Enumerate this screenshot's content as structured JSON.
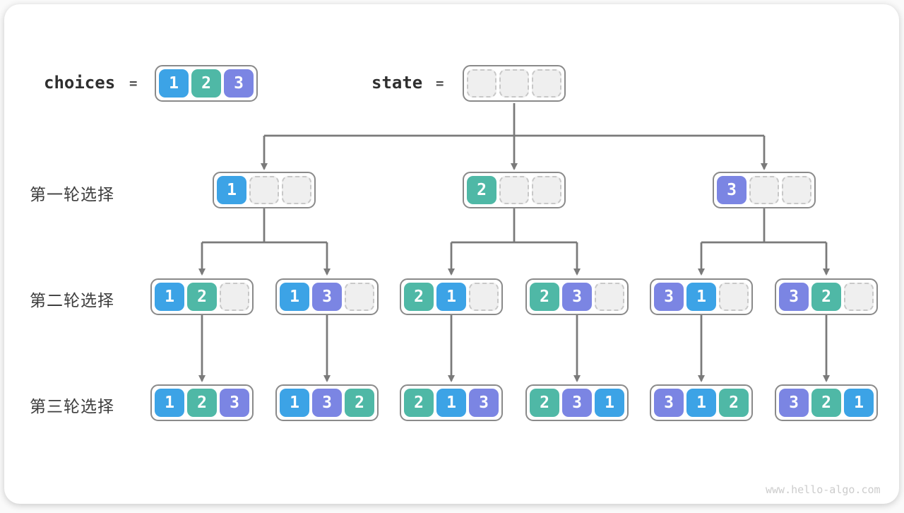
{
  "figure": {
    "header": {
      "choices_label": "choices",
      "equals_sign": "=",
      "choices_values": [
        "1",
        "2",
        "3"
      ],
      "state_label": "state",
      "state_values": [
        "",
        "",
        ""
      ]
    },
    "rounds": [
      {
        "label": "第一轮选择",
        "states": [
          [
            "1",
            "",
            ""
          ],
          [
            "2",
            "",
            ""
          ],
          [
            "3",
            "",
            ""
          ]
        ]
      },
      {
        "label": "第二轮选择",
        "states": [
          [
            "1",
            "2",
            ""
          ],
          [
            "1",
            "3",
            ""
          ],
          [
            "2",
            "1",
            ""
          ],
          [
            "2",
            "3",
            ""
          ],
          [
            "3",
            "1",
            ""
          ],
          [
            "3",
            "2",
            ""
          ]
        ]
      },
      {
        "label": "第三轮选择",
        "states": [
          [
            "1",
            "2",
            "3"
          ],
          [
            "1",
            "3",
            "2"
          ],
          [
            "2",
            "1",
            "3"
          ],
          [
            "2",
            "3",
            "1"
          ],
          [
            "3",
            "1",
            "2"
          ],
          [
            "3",
            "2",
            "1"
          ]
        ]
      }
    ],
    "watermark": "www.hello-algo.com",
    "colors": {
      "value1": "#3CA3E6",
      "value2": "#4FB8A6",
      "value3": "#7B85E3",
      "empty_fill": "#EFEFEF",
      "line": "#7A7A7A"
    }
  }
}
